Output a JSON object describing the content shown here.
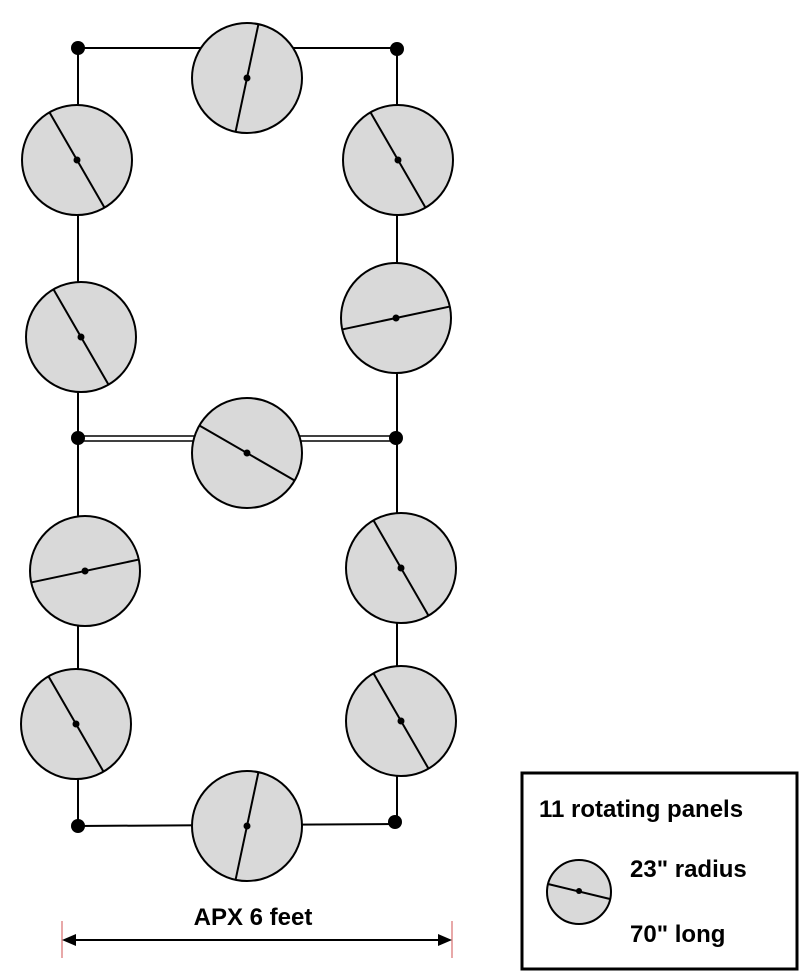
{
  "diagram": {
    "panel_fill": "#d9d9d9",
    "stroke_color": "#000000",
    "dimension_tick_color": "#e08a8a",
    "panels": [
      {
        "id": "top-center",
        "angle_deg": 78
      },
      {
        "id": "upper-left-1",
        "angle_deg": -60
      },
      {
        "id": "upper-left-2",
        "angle_deg": -60
      },
      {
        "id": "upper-right-1",
        "angle_deg": -60
      },
      {
        "id": "upper-right-2",
        "angle_deg": 12
      },
      {
        "id": "middle-center",
        "angle_deg": -30
      },
      {
        "id": "lower-left-1",
        "angle_deg": 12
      },
      {
        "id": "lower-left-2",
        "angle_deg": -60
      },
      {
        "id": "lower-right-1",
        "angle_deg": -60
      },
      {
        "id": "lower-right-2",
        "angle_deg": -60
      },
      {
        "id": "bottom-center",
        "angle_deg": 78
      }
    ],
    "dimension_label": "APX 6 feet"
  },
  "legend": {
    "title": "11 rotating panels",
    "radius_label": "23\" radius",
    "length_label": "70\" long"
  }
}
